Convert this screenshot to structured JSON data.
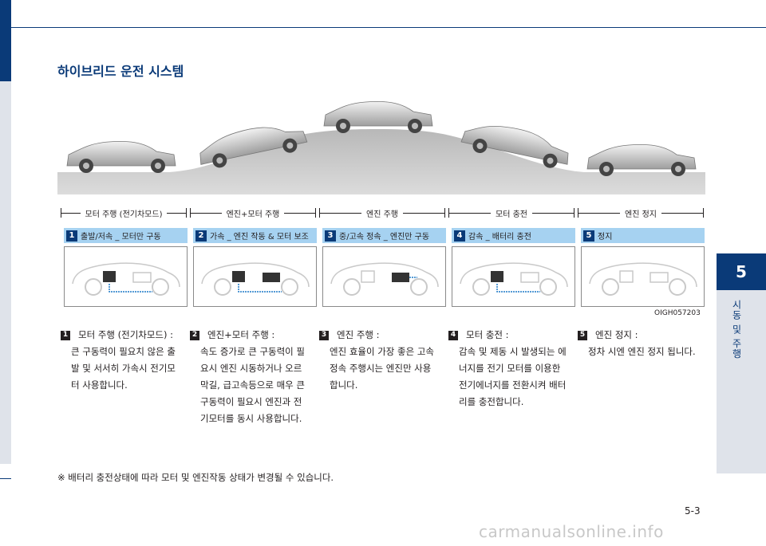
{
  "section_title": "하이브리드 운전 시스템",
  "chapter": {
    "number": "5",
    "label": "시동 및 주행"
  },
  "phases": [
    "모터 주행 (전기차모드)",
    "엔진+모터 주행",
    "엔진 주행",
    "모터 충전",
    "엔진 정지"
  ],
  "modes": [
    {
      "num": "1",
      "label": "출발/저속 _ 모터만 구동"
    },
    {
      "num": "2",
      "label": "가속 _ 엔진 작동 & 모터 보조"
    },
    {
      "num": "3",
      "label": "중/고속 정속 _ 엔진만 구동"
    },
    {
      "num": "4",
      "label": "감속 _ 배터리 충전"
    },
    {
      "num": "5",
      "label": "정지"
    }
  ],
  "image_code": "OIGH057203",
  "descriptions": [
    {
      "num": "1",
      "title": "모터 주행 (전기차모드) :",
      "body": "큰 구동력이 필요치 않은 출발 및 서서히 가속시 전기모터 사용합니다."
    },
    {
      "num": "2",
      "title": "엔진+모터 주행 :",
      "body": "속도 증가로 큰 구동력이 필요시 엔진 시동하거나 오르막길, 급고속등으로 매우 큰 구동력이 필요시 엔진과 전기모터를 동시 사용합니다."
    },
    {
      "num": "3",
      "title": "엔진 주행 :",
      "body": "엔진 효율이 가장 좋은 고속 정속 주행시는 엔진만 사용합니다."
    },
    {
      "num": "4",
      "title": "모터 충전 :",
      "body": "감속 및 제동 시 발생되는 에너지를 전기 모터를 이용한 전기에너지를 전환시켜 배터리를 충전합니다."
    },
    {
      "num": "5",
      "title": "엔진 정지 :",
      "body": "정차 시엔 엔진 정지 됩니다."
    }
  ],
  "note": "※ 배터리 충전상태에 따라 모터 및 엔진작동 상태가 변경될 수 있습니다.",
  "page_number": "5-3",
  "footer": "carmanualsonline.info",
  "colors": {
    "navy": "#0a3a78",
    "mode_header": "#a6d2f1",
    "sidebar": "#dfe3ea"
  }
}
